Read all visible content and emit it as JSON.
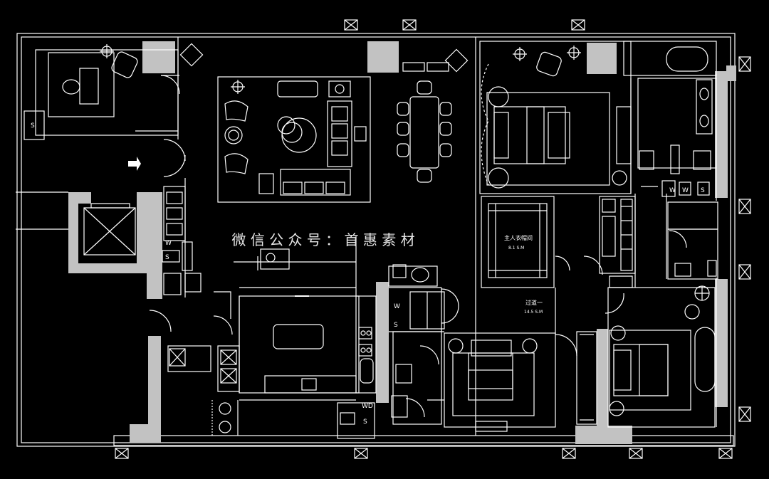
{
  "labels": {
    "watermark": "微 信 公 众 号 ： 首 惠 素 材",
    "walk_in_closet_name": "主人衣帽间",
    "walk_in_closet_area": "8.1 S.M",
    "corridor_name": "过道一",
    "corridor_area": "14.5 S.M"
  },
  "markers": {
    "service_s_1": "S",
    "service_s_2": "S",
    "service_s_3": "S",
    "service_s_4": "S",
    "service_s_5": "S",
    "service_w_1": "W",
    "service_w_2": "W",
    "service_w_3": "W",
    "service_w_4": "W",
    "service_wd": "WD"
  },
  "colors": {
    "background": "#000000",
    "line": "#ffffff",
    "wall_fill": "#c2c2c2",
    "watermark": "#e6e6e6"
  }
}
